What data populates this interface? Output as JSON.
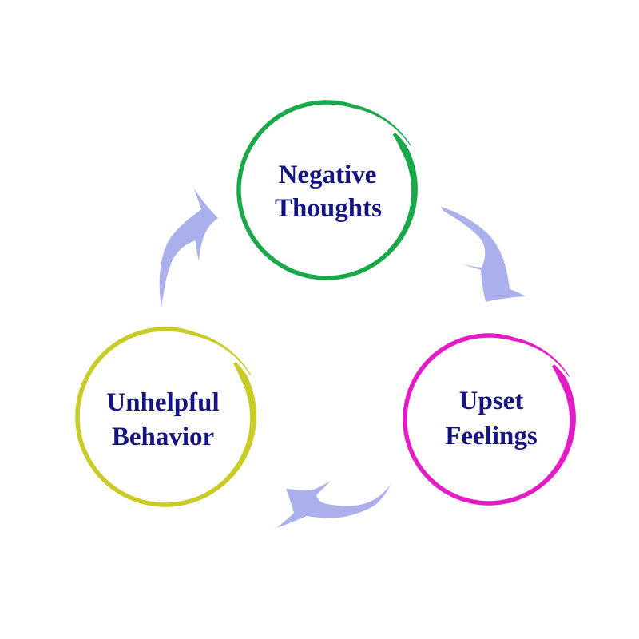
{
  "diagram": {
    "type": "cycle",
    "nodes": [
      {
        "id": "negative-thoughts",
        "lines": [
          "Negative",
          "Thoughts"
        ],
        "color": "#1aa84a"
      },
      {
        "id": "upset-feelings",
        "lines": [
          "Upset",
          "Feelings"
        ],
        "color": "#e31cc6"
      },
      {
        "id": "unhelpful-behavior",
        "lines": [
          "Unhelpful",
          "Behavior"
        ],
        "color": "#c9cc27"
      }
    ],
    "edges": [
      {
        "from": "negative-thoughts",
        "to": "upset-feelings"
      },
      {
        "from": "upset-feelings",
        "to": "unhelpful-behavior"
      },
      {
        "from": "unhelpful-behavior",
        "to": "negative-thoughts"
      }
    ],
    "text_color": "#151580",
    "arrow_color": "#aab0ec",
    "background": "#ffffff"
  }
}
